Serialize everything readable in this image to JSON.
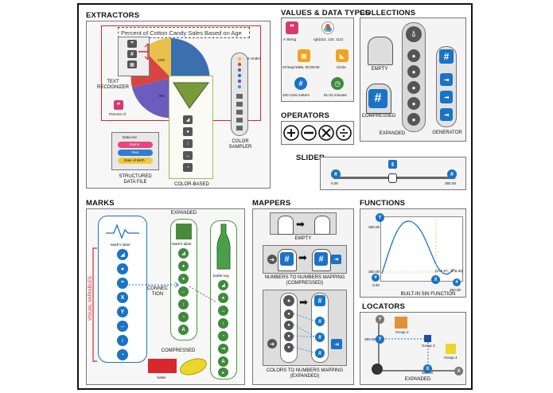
{
  "sections": {
    "extractors": "EXTRACTORS",
    "values": "VALUES & DATA TYPES",
    "collections": "COLLECTIONS",
    "operators": "OPERATORS",
    "slider": "SLIDER",
    "marks": "MARKS",
    "mappers": "MAPPERS",
    "functions": "FUNCTIONS",
    "locators": "LOCATORS"
  },
  "extractors": {
    "chart_title": "Percent of Cotton Candy Sales Based on Age",
    "pie_pct_a": "14%",
    "pie_pct_b": "9%",
    "legend_under": "5 Under",
    "text_recognizer": "TEXT\nRECOGNIZER",
    "percent_of": "Percent of",
    "data_file_name": "Data.csv",
    "data_fields": [
      "Name",
      "Year",
      "Date of Birth"
    ],
    "structured_data_file": "STRUCTURED\nDATA FILE",
    "color_based": "COLOR-BASED",
    "color_sampler": "COLOR\nSAMPLER"
  },
  "values": {
    "string": "A String",
    "rgb": "rgb(112, 132, 112)",
    "date": "07/Sep/1985, 00:00:00",
    "circle": "Circle",
    "centi": "100 centi meters",
    "minutes": "61.02 minutes"
  },
  "collections": {
    "empty": "EMPTY",
    "compressed": "COMPRESSED",
    "expanded": "EXPANDED",
    "generator": "GENERATOR"
  },
  "slider": {
    "min": "0.00",
    "max": "360.00"
  },
  "marks": {
    "expanded": "EXPANDED",
    "marks_label_1": "Mark's label",
    "marks_label_2": "Mark's label",
    "bottle": "bottle.svg",
    "visual_variables": "VISUAL VARIABLES",
    "connection": "CONNEC\nTION",
    "compressed": "COMPRESSED",
    "sales": "Sales"
  },
  "mappers": {
    "empty": "EMPTY",
    "numbers": "NUMBERS TO NUMBERS MAPPING\n(COMPRESSED)",
    "colors": "COLORS TO NUMBERS MAPPING\n(EXPANDED)"
  },
  "functions": {
    "y_max": "360.00",
    "y_min": "360.00",
    "x_min": "0.00",
    "x_max": "360.00",
    "point": "(270.57, -278.30)",
    "caption": "BUILT-IN SIN FUNCTION"
  },
  "locators": {
    "group2": "Group 2",
    "group3": "Group 3",
    "group4": "Group 4",
    "y_val": "360.00",
    "x_val": "360.00",
    "x_axis": "X",
    "y_axis": "Y",
    "expanded": "EXPANDED"
  },
  "colors": {
    "blue": "#1a73c4",
    "green_mark": "#3f8a3c",
    "pink": "#d63a6e",
    "red_rect": "#d9272e",
    "yellow": "#e9d82a",
    "orange": "#f2a21e"
  }
}
